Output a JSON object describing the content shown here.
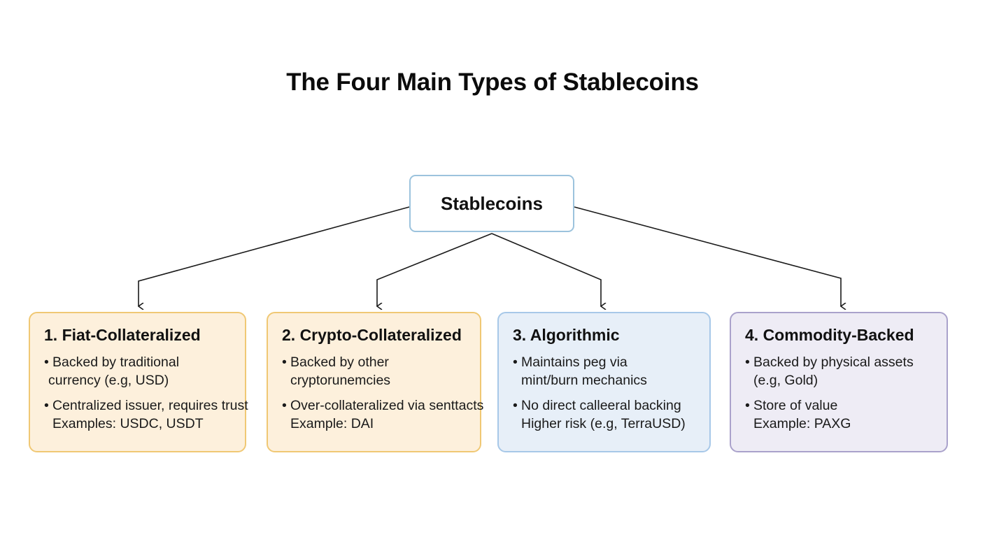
{
  "title": "The Four Main Types of Stablecoins",
  "root": {
    "label": "Stablecoins"
  },
  "colors": {
    "fiat_fill": "#fdf0dc",
    "fiat_border": "#f0c874",
    "crypto_fill": "#fdf0dc",
    "crypto_border": "#f0c874",
    "algo_fill": "#e7eff8",
    "algo_border": "#a7c8e8",
    "commodity_fill": "#eeecf5",
    "commodity_border": "#aaa2cb",
    "root_border": "#9cc3dd",
    "connector": "#1a1a1a"
  },
  "cards": [
    {
      "title": "1. Fiat-Collateralized",
      "lines": [
        "Backed by traditional",
        "currency (e.g, USD)",
        "Centralized issuer, requires trust",
        "Examples: USDC, USDT"
      ]
    },
    {
      "title": "2. Crypto-Collateralized",
      "lines": [
        "Backed by other",
        "cryptorunemcies",
        "Over-collateralized via senttacts",
        "Example: DAI"
      ]
    },
    {
      "title": "3. Algorithmic",
      "lines": [
        "Maintains peg via",
        "mint/burn mechanics",
        "No direct calleeral backing",
        "Higher risk (e.g, TerraUSD)"
      ]
    },
    {
      "title": "4. Commodity-Backed",
      "lines": [
        "Backed by physical assets",
        "(e.g, Gold)",
        "Store of value",
        "Example: PAXG"
      ]
    }
  ]
}
